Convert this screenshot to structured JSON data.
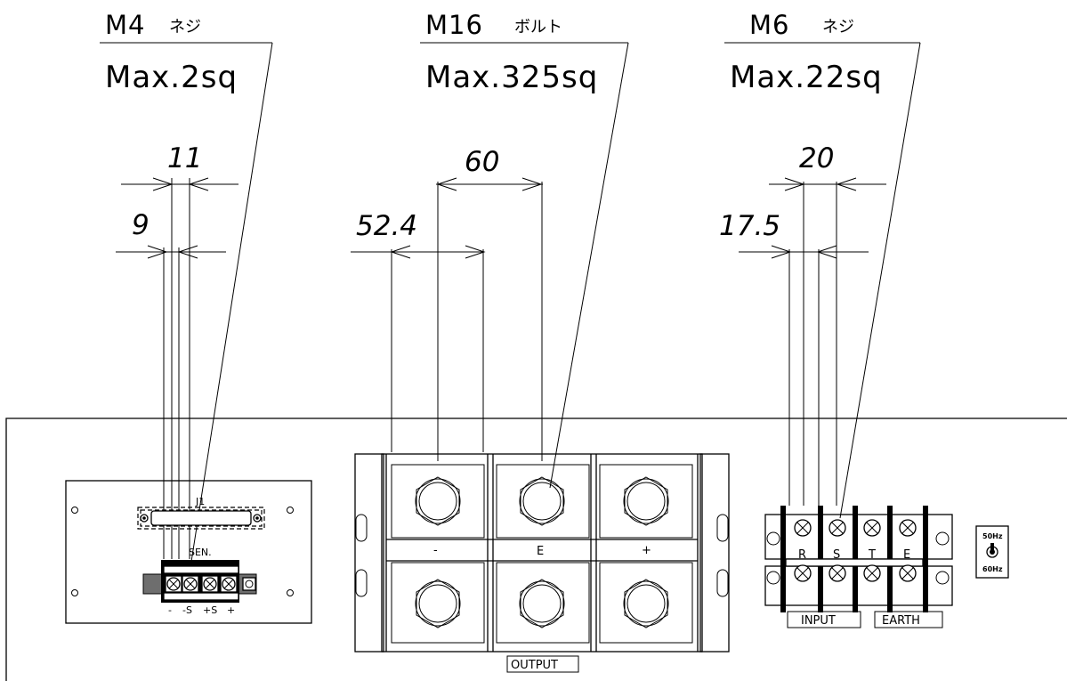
{
  "callouts": {
    "left": {
      "title": "M4",
      "suffix": "ネジ",
      "max": "Max.2sq"
    },
    "center": {
      "title": "M16",
      "suffix": "ボルト",
      "max": "Max.325sq"
    },
    "right": {
      "title": "M6",
      "suffix": "ネジ",
      "max": "Max.22sq"
    }
  },
  "dimensions": {
    "left_outer": "11",
    "left_inner": "9",
    "center_outer": "60",
    "center_inner": "52.4",
    "right_outer": "20",
    "right_inner": "17.5"
  },
  "sensing_panel": {
    "connector_label": "J1",
    "terminal_label": "SEN.",
    "pin_labels": [
      "-",
      "-S",
      "+S",
      "+"
    ]
  },
  "output_block": {
    "polarity_labels": [
      "-",
      "E",
      "+"
    ],
    "label": "OUTPUT"
  },
  "input_block": {
    "phase_labels": [
      "R",
      "S",
      "T",
      "E"
    ],
    "input_label": "INPUT",
    "earth_label": "EARTH"
  },
  "frequency_switch": {
    "top_label": "50Hz",
    "bottom_label": "60Hz"
  }
}
